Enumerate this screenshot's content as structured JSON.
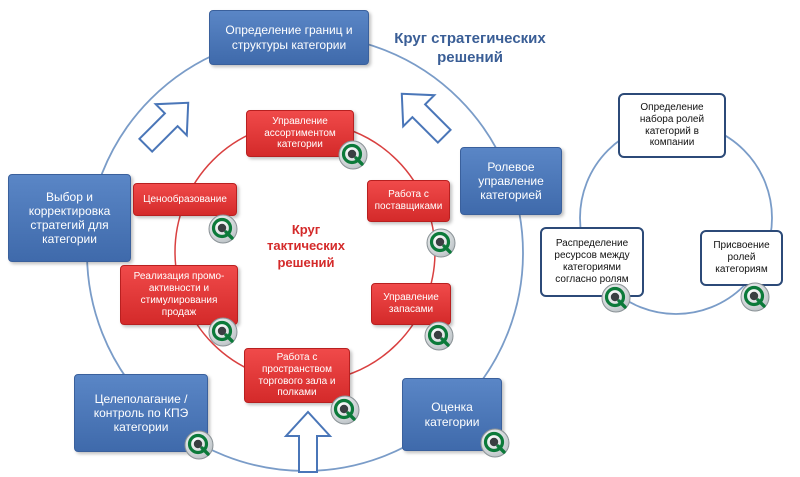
{
  "strategic_title": "Круг стратегических решений",
  "tactical_title": "Круг тактических решений",
  "strategic_boxes": {
    "define_boundaries": "Определение границ и структуры категории",
    "role_management": "Ролевое управление категорией",
    "evaluation": "Оценка категории",
    "goal_setting": "Целеполагание / контроль по КПЭ категории",
    "strategy_choice": "Выбор и корректировка стратегий для категории"
  },
  "tactical_boxes": {
    "assortment": "Управление ассортиментом категории",
    "suppliers": "Работа с поставщиками",
    "stock": "Управление запасами",
    "store_space": "Работа с пространством торгового зала и полками",
    "promo": "Реализация промо-активности и стимулирования продаж",
    "pricing": "Ценообразование"
  },
  "role_boxes": {
    "define_roles": "Определение набора ролей категорий в компании",
    "assign_roles": "Присвоение ролей категориям",
    "allocate_resources": "Распределение ресурсов между категориями согласно ролям"
  },
  "colors": {
    "blue_box": "#4a76b8",
    "red_box": "#e03535",
    "circle_line": "#7a9cc8",
    "tactical_circle": "#d94040",
    "arrow_outline": "#4a76b8"
  },
  "icons": [
    "qlik-icon"
  ]
}
